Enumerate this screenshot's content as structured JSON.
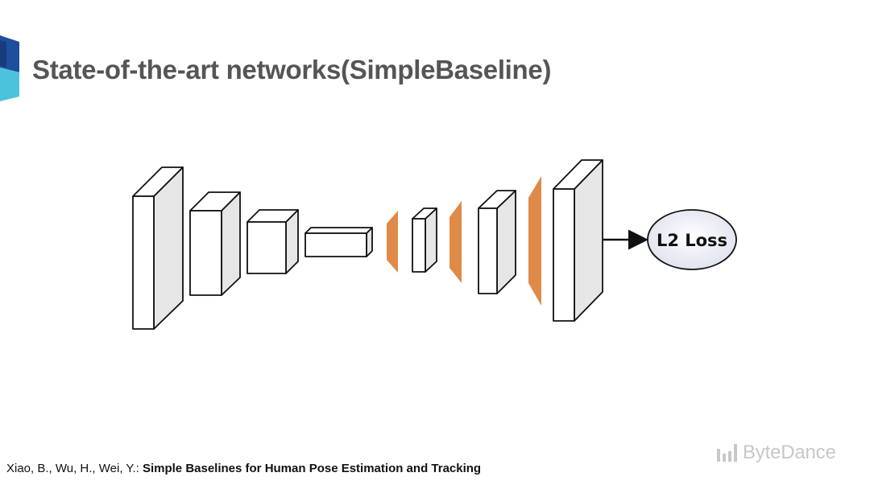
{
  "slide": {
    "title": "State-of-the-art networks(SimpleBaseline)",
    "citation": {
      "authors": "Xiao, B., Wu, H., Wei, Y.:",
      "paper_title": "Simple Baselines for Human Pose Estimation and Tracking"
    },
    "brand": "ByteDance"
  },
  "diagram": {
    "loss_label": "L2 Loss",
    "colors": {
      "block_front": "#ffffff",
      "block_side": "#e6e6e6",
      "block_top": "#ffffff",
      "outline": "#111111",
      "deconv": "#e08a4a",
      "loss_fill_center": "#ffffff",
      "loss_fill_edge": "#dde0ee",
      "logo_dark": "#1f4e9c",
      "logo_light": "#4cc3dd",
      "brand_gray": "#c8c8c8"
    },
    "icons": [
      "bytedance-logo-icon",
      "slide-logo-icon"
    ]
  }
}
